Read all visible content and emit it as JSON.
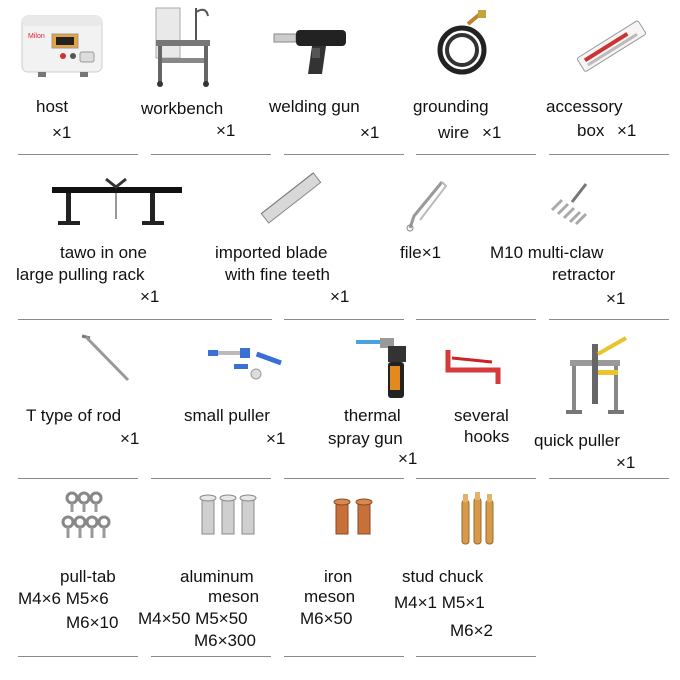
{
  "rows": [
    {
      "items": [
        {
          "name": "host",
          "qty": "×1"
        },
        {
          "name": "workbench",
          "qty": "×1"
        },
        {
          "name": "welding gun",
          "qty": "×1"
        },
        {
          "name_line1": "grounding",
          "name_line2": "wire",
          "qty": "×1"
        },
        {
          "name_line1": "accessory",
          "name_line2": "box",
          "qty": "×1"
        }
      ]
    },
    {
      "items": [
        {
          "name_line1": "tawo in one",
          "name_line2": "large pulling rack",
          "qty": "×1"
        },
        {
          "name_line1": "imported blade",
          "name_line2": "with fine teeth",
          "qty": "×1"
        },
        {
          "name": "file×1"
        },
        {
          "name_line1": "M10 multi-claw",
          "name_line2": "retractor",
          "qty": "×1"
        }
      ]
    },
    {
      "items": [
        {
          "name": "T type of rod",
          "qty": "×1"
        },
        {
          "name": "small puller",
          "qty": "×1"
        },
        {
          "name_line1": "thermal",
          "name_line2": "spray gun",
          "qty": "×1"
        },
        {
          "name_line1": "several",
          "name_line2": "hooks"
        },
        {
          "name": "quick puller",
          "qty": "×1"
        }
      ]
    },
    {
      "items": [
        {
          "name": "pull-tab",
          "spec_line1": "M4×6  M5×6",
          "spec_line2": "M6×10"
        },
        {
          "name_line1": "aluminum",
          "name_line2": "meson",
          "spec_line1": "M4×50  M5×50",
          "spec_line2": "M6×300"
        },
        {
          "name_line1": "iron",
          "name_line2": "meson",
          "spec_line1": "M6×50"
        },
        {
          "name": "stud chuck",
          "spec_line1": "M4×1  M5×1",
          "spec_line2": "M6×2"
        }
      ]
    }
  ],
  "host_brand": "Milon"
}
